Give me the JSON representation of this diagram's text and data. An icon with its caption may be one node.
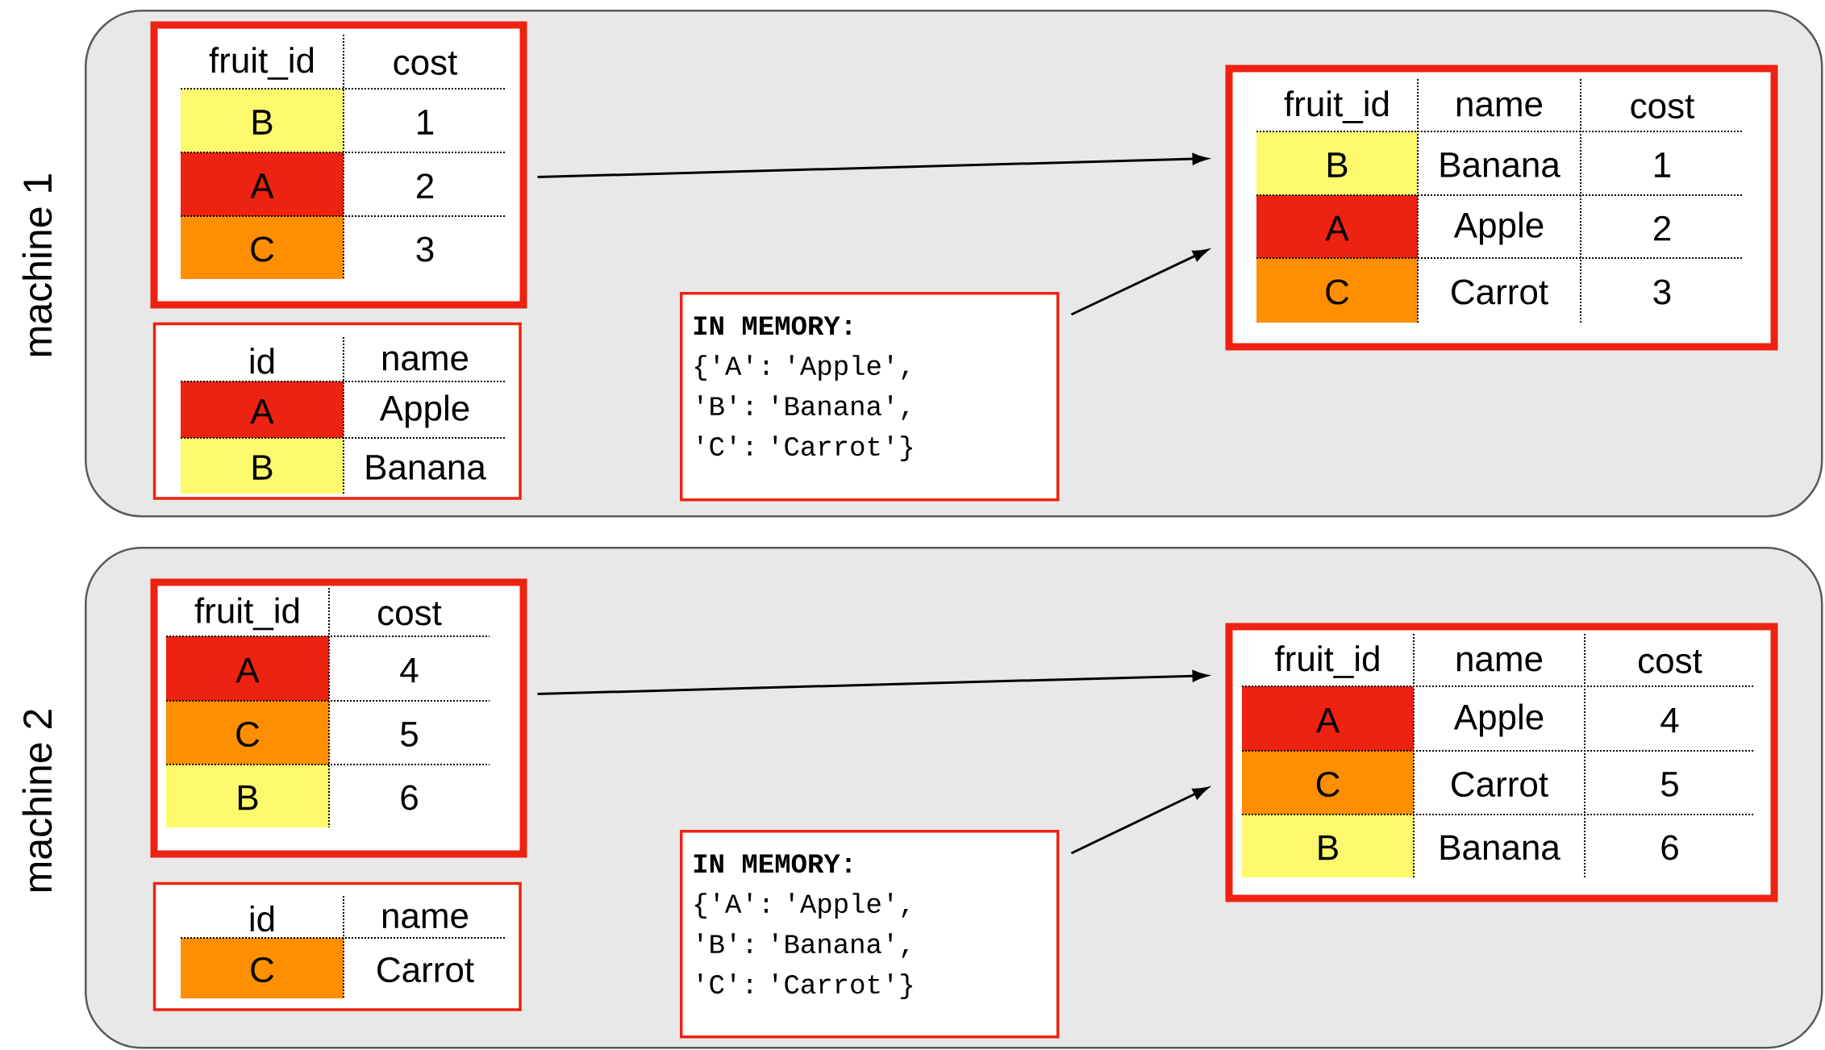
{
  "diagram": {
    "nodes": [
      {
        "text": [
          "machine 1"
        ]
      },
      {
        "text": [
          "fruit_id",
          "cost",
          "B",
          "1",
          "A",
          "2",
          "C",
          "3"
        ],
        "in": 0
      },
      {
        "text": [
          "id",
          "name",
          "A",
          "Apple",
          "B",
          "Banana"
        ],
        "in": 0
      },
      {
        "text": [
          "IN MEMORY:",
          "{'A': 'Apple', 'B': 'Banana', 'C': 'Carrot'}"
        ],
        "in": 0
      },
      {
        "text": [
          "fruit_id",
          "name",
          "cost",
          "B",
          "Banana",
          "1",
          "A",
          "Apple",
          "2",
          "C",
          "Carrot",
          "3"
        ],
        "in": 0
      },
      {
        "text": [
          "machine 2"
        ]
      },
      {
        "text": [
          "fruit_id",
          "cost",
          "A",
          "4",
          "C",
          "5",
          "B",
          "6"
        ],
        "in": 5
      },
      {
        "text": [
          "id",
          "name",
          "C",
          "Carrot"
        ],
        "in": 5
      },
      {
        "text": [
          "IN MEMORY:",
          "{'A': 'Apple', 'B': 'Banana', 'C': 'Carrot'}"
        ],
        "in": 5
      },
      {
        "text": [
          "fruit_id",
          "name",
          "cost",
          "A",
          "Apple",
          "4",
          "C",
          "Carrot",
          "5",
          "B",
          "Banana",
          "6"
        ],
        "in": 5
      }
    ],
    "edges": [
      {
        "from": 1,
        "to": 4,
        "arrow": "to"
      },
      {
        "from": 3,
        "to": 4,
        "arrow": "to"
      },
      {
        "from": 6,
        "to": 9,
        "arrow": "to"
      },
      {
        "from": 8,
        "to": 9,
        "arrow": "to"
      }
    ]
  }
}
